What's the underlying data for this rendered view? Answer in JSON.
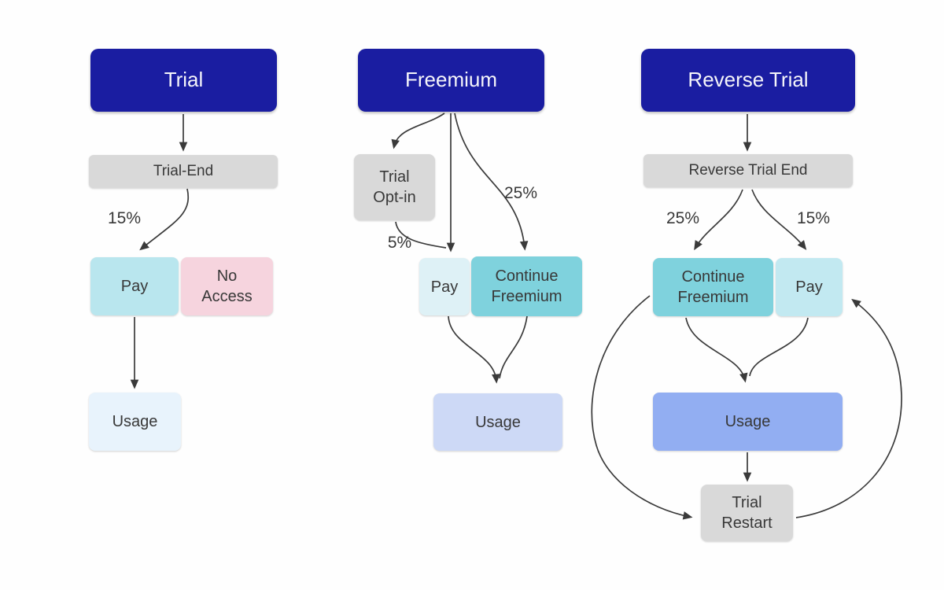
{
  "columns": {
    "trial": {
      "title": "Trial",
      "trial_end": "Trial-End",
      "pct_pay": "15%",
      "pay": "Pay",
      "no_access": "No Access",
      "usage": "Usage"
    },
    "freemium": {
      "title": "Freemium",
      "trial_opt_in": "Trial Opt-in",
      "pct_continue": "25%",
      "pct_opt_in": "5%",
      "pay": "Pay",
      "continue_freemium": "Continue Freemium",
      "usage": "Usage"
    },
    "reverse_trial": {
      "title": "Reverse Trial",
      "reverse_trial_end": "Reverse Trial End",
      "pct_continue": "25%",
      "pct_pay": "15%",
      "continue_freemium": "Continue Freemium",
      "pay": "Pay",
      "usage": "Usage",
      "trial_restart": "Trial Restart"
    }
  },
  "colors": {
    "header_bg": "#1a1da1",
    "header_text": "#f5f5fa",
    "gray": "#d9d9d9",
    "teal": "#7fd2dd",
    "cyan_light": "#b9e6ee",
    "cyan_pale": "#def1f6",
    "cyan_mid": "#c2e9f1",
    "pink": "#f6d4de",
    "blue_pale": "#e8f3fc",
    "periwinkle_light": "#cdd9f6",
    "periwinkle": "#92aef2",
    "arrow": "#3a3a3a",
    "text": "#383838"
  }
}
